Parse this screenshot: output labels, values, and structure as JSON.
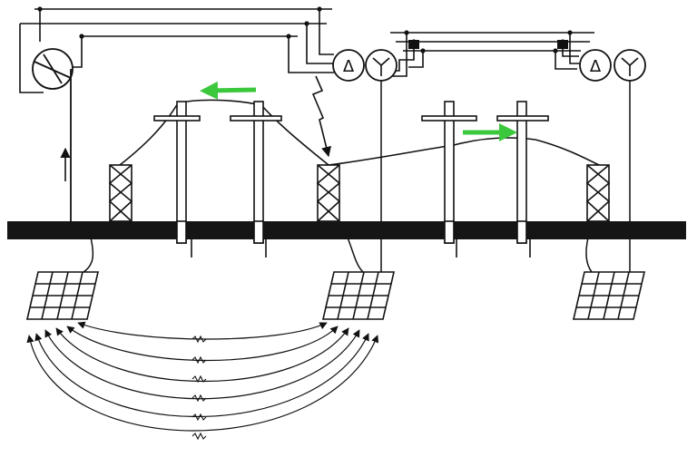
{
  "diagram": {
    "colors": {
      "ink": "#111111",
      "line": "#1a1a1a",
      "ground": "#151515",
      "accent": "#3cc83c",
      "paper": "#ffffff"
    },
    "symbols": {
      "delta_glyph": "Δ",
      "wye_glyph": "Y"
    },
    "components": {
      "power_transformer": "transformer-symbol",
      "secondary_coils": [
        "delta-winding",
        "wye-winding"
      ],
      "towers": [
        "lattice-tower"
      ],
      "poles": [
        "wooden-pole-with-crossarm"
      ],
      "ground_grids": [
        "grounding-mat"
      ],
      "flow_arrows": [
        "left",
        "right",
        "up"
      ]
    }
  }
}
